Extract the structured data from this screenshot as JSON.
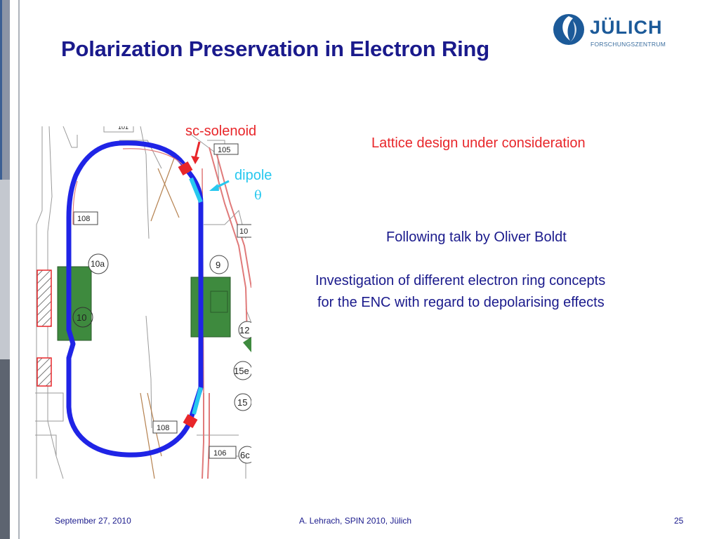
{
  "slide": {
    "title": "Polarization Preservation in Electron Ring",
    "logo": {
      "name": "JÜLICH",
      "subtitle": "FORSCHUNGSZENTRUM"
    },
    "figure": {
      "labels": {
        "solenoid": "sc-solenoid",
        "dipole": "dipole",
        "theta": "θ"
      },
      "building_numbers": [
        "108",
        "10a",
        "10",
        "105",
        "10",
        "9",
        "12",
        "15e",
        "15",
        "108",
        "106",
        "6c",
        "101"
      ]
    },
    "lattice_note": "Lattice design under consideration",
    "talk_note": "Following talk by Oliver Boldt",
    "investigation_line1": "Investigation of different electron ring concepts",
    "investigation_line2": "for the ENC with regard to depolarising effects"
  },
  "footer": {
    "date": "September 27, 2010",
    "author": "A. Lehrach, SPIN 2010, Jülich",
    "page": "25"
  },
  "colors": {
    "title": "#1a1a8c",
    "accent_red": "#e8262a",
    "dipole_cyan": "#27c8ef",
    "ring_blue": "#1f24e6"
  }
}
